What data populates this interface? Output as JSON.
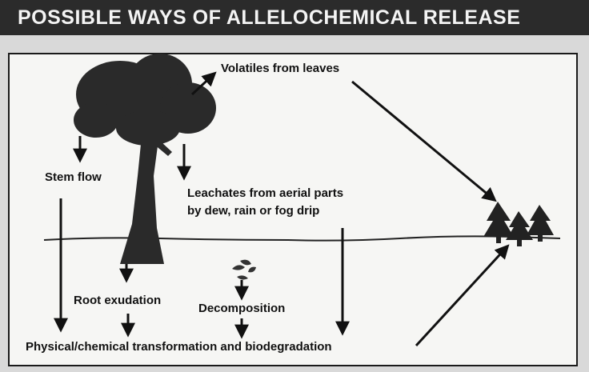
{
  "title": "POSSIBLE WAYS OF ALLELOCHEMICAL RELEASE",
  "labels": {
    "volatiles": "Volatiles from leaves",
    "stem_flow": "Stem flow",
    "leachates_line1": "Leachates from aerial parts",
    "leachates_line2": "by dew, rain or fog drip",
    "root_exudation": "Root exudation",
    "decomposition": "Decomposition",
    "transformation": "Physical/chemical transformation and biodegradation"
  },
  "colors": {
    "title_bar": "#2b2b2b",
    "ink": "#111111",
    "box_bg": "#f6f6f4"
  }
}
